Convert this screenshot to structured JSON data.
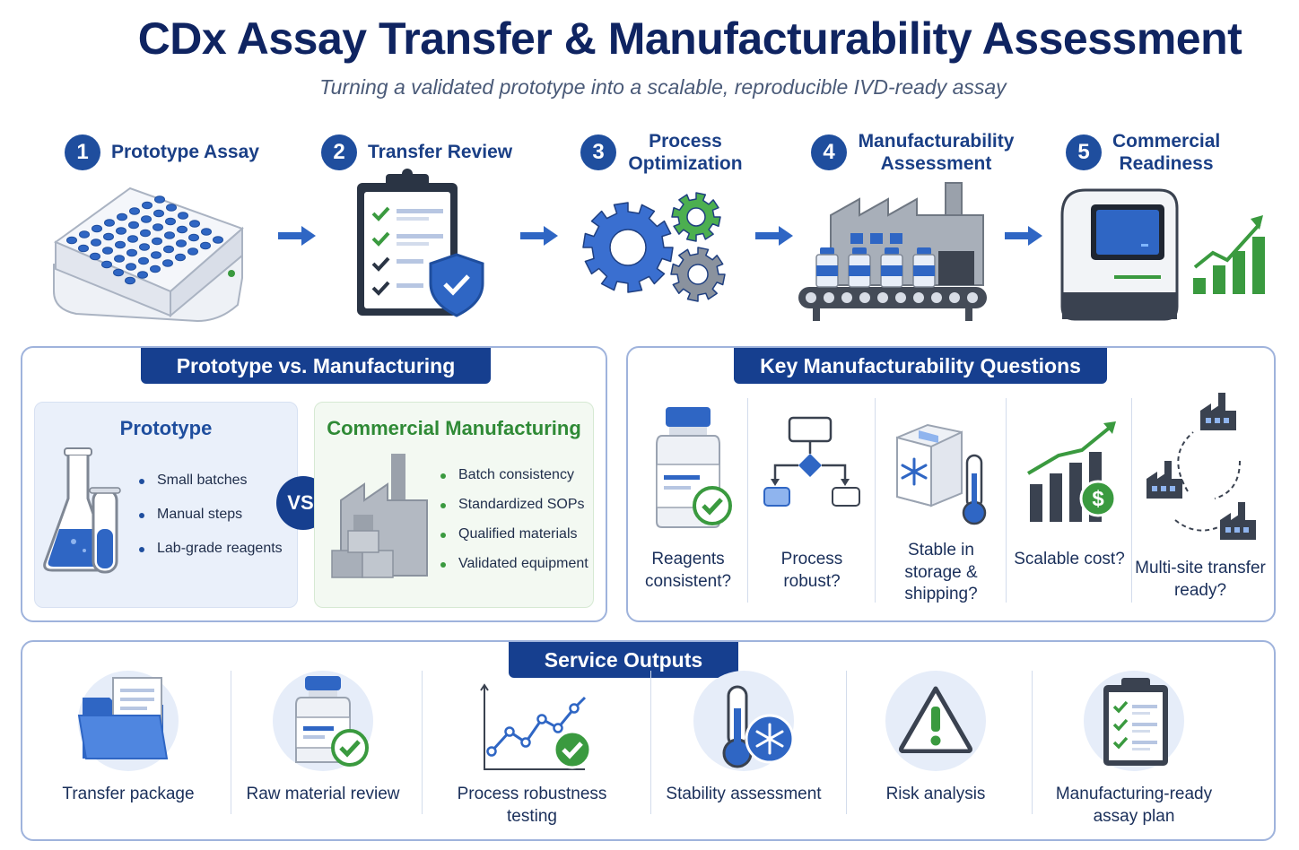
{
  "header": {
    "title": "CDx Assay Transfer & Manufacturability Assessment",
    "subtitle": "Turning a validated prototype into a scalable, reproducible IVD-ready assay"
  },
  "steps": [
    {
      "num": "1",
      "label": "Prototype Assay",
      "icon": "well-plate-icon"
    },
    {
      "num": "2",
      "label": "Transfer Review",
      "icon": "checklist-shield-icon"
    },
    {
      "num": "3",
      "label": "Process Optimization",
      "icon": "gears-icon"
    },
    {
      "num": "4",
      "label": "Manufacturability Assessment",
      "icon": "factory-conveyor-icon"
    },
    {
      "num": "5",
      "label": "Commercial Readiness",
      "icon": "analyzer-growth-icon"
    }
  ],
  "comparison": {
    "tab": "Prototype vs. Manufacturing",
    "vs_label": "VS.",
    "prototype": {
      "title": "Prototype",
      "items": [
        "Small batches",
        "Manual steps",
        "Lab-grade reagents"
      ],
      "icon": "flask-tube-icon"
    },
    "manufacturing": {
      "title": "Commercial Manufacturing",
      "items": [
        "Batch consistency",
        "Standardized SOPs",
        "Qualified materials",
        "Validated equipment"
      ],
      "icon": "factory-boxes-icon"
    }
  },
  "questions": {
    "tab": "Key Manufacturability Questions",
    "items": [
      {
        "label": "Reagents consistent?",
        "icon": "reagent-bottle-check-icon"
      },
      {
        "label": "Process robust?",
        "icon": "flowchart-icon"
      },
      {
        "label": "Stable in storage & shipping?",
        "icon": "cold-box-thermometer-icon"
      },
      {
        "label": "Scalable cost?",
        "icon": "bar-growth-dollar-icon"
      },
      {
        "label": "Multi-site transfer ready?",
        "icon": "multi-factory-icon"
      }
    ]
  },
  "outputs": {
    "tab": "Service Outputs",
    "items": [
      {
        "label": "Transfer package",
        "icon": "folder-document-icon"
      },
      {
        "label": "Raw material review",
        "icon": "bottle-check-icon"
      },
      {
        "label": "Process robustness testing",
        "icon": "line-chart-check-icon"
      },
      {
        "label": "Stability assessment",
        "icon": "thermometer-snowflake-icon"
      },
      {
        "label": "Risk analysis",
        "icon": "warning-icon"
      },
      {
        "label": "Manufacturing-ready assay plan",
        "icon": "clipboard-checklist-icon"
      }
    ]
  },
  "colors": {
    "navy": "#163f8f",
    "blue": "#3a6fd0",
    "green": "#3a9a3f",
    "gray": "#8a929e"
  }
}
